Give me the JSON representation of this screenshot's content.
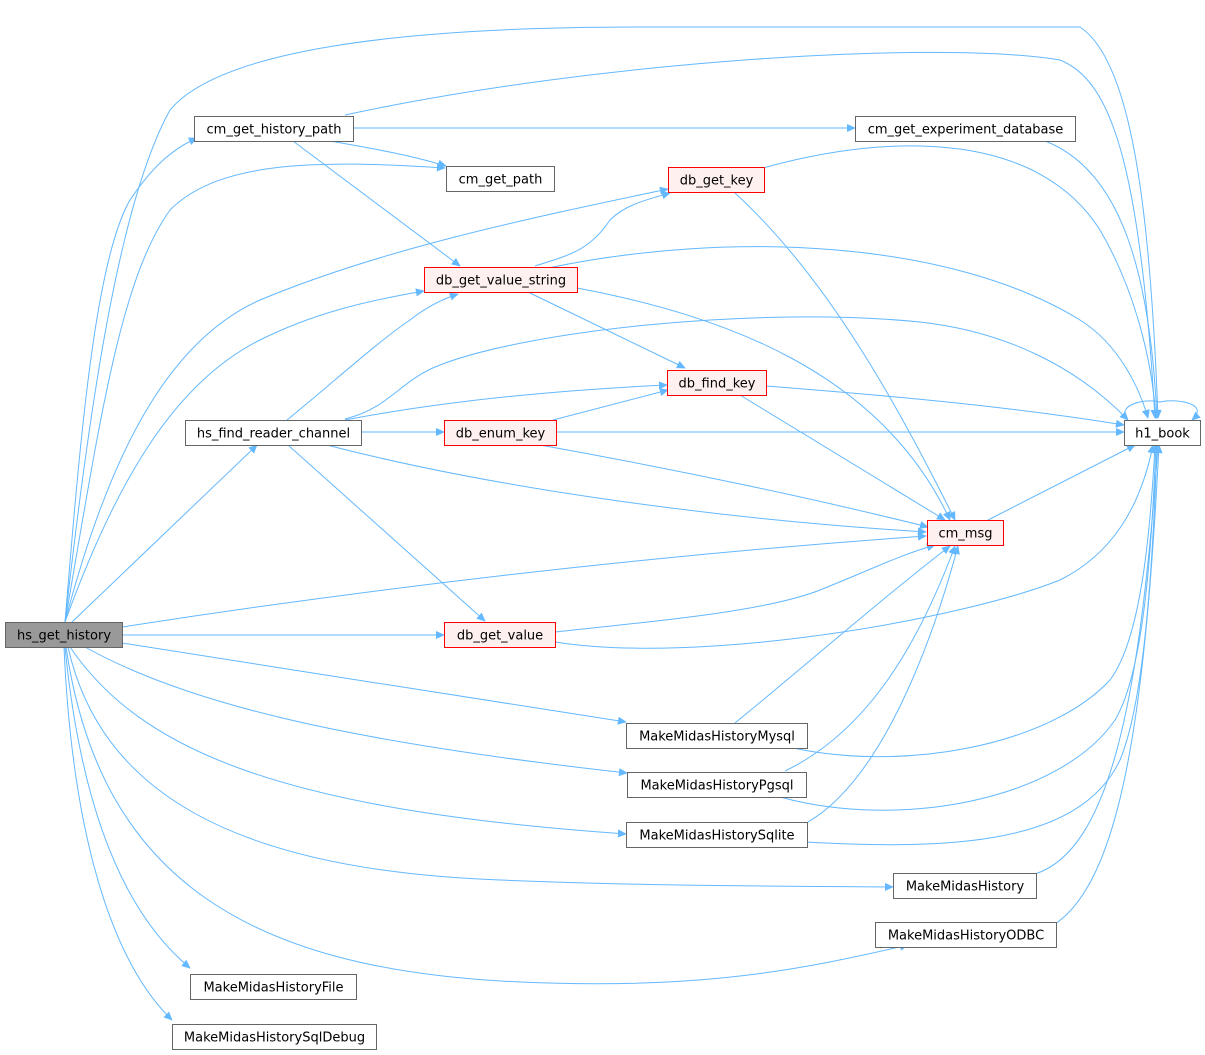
{
  "colors": {
    "edge": "#63b8ff",
    "focus_fill": "#999999",
    "focus_border": "#666666",
    "normal_fill": "#ffffff",
    "normal_border": "#666666",
    "ref_fill": "#fff0f0",
    "ref_border": "#ff0000"
  },
  "nodes": [
    {
      "id": "hs_get_history",
      "label": "hs_get_history",
      "style": "focus"
    },
    {
      "id": "cm_get_history_path",
      "label": "cm_get_history_path",
      "style": "normal"
    },
    {
      "id": "cm_get_experiment_database",
      "label": "cm_get_experiment_database",
      "style": "normal"
    },
    {
      "id": "cm_get_path",
      "label": "cm_get_path",
      "style": "normal"
    },
    {
      "id": "db_get_key",
      "label": "db_get_key",
      "style": "ref"
    },
    {
      "id": "db_get_value_string",
      "label": "db_get_value_string",
      "style": "ref"
    },
    {
      "id": "db_find_key",
      "label": "db_find_key",
      "style": "ref"
    },
    {
      "id": "hs_find_reader_channel",
      "label": "hs_find_reader_channel",
      "style": "normal"
    },
    {
      "id": "db_enum_key",
      "label": "db_enum_key",
      "style": "ref"
    },
    {
      "id": "h1_book",
      "label": "h1_book",
      "style": "normal"
    },
    {
      "id": "cm_msg",
      "label": "cm_msg",
      "style": "ref"
    },
    {
      "id": "db_get_value",
      "label": "db_get_value",
      "style": "ref"
    },
    {
      "id": "MakeMidasHistoryMysql",
      "label": "MakeMidasHistoryMysql",
      "style": "normal"
    },
    {
      "id": "MakeMidasHistoryPgsql",
      "label": "MakeMidasHistoryPgsql",
      "style": "normal"
    },
    {
      "id": "MakeMidasHistorySqlite",
      "label": "MakeMidasHistorySqlite",
      "style": "normal"
    },
    {
      "id": "MakeMidasHistory",
      "label": "MakeMidasHistory",
      "style": "normal"
    },
    {
      "id": "MakeMidasHistoryODBC",
      "label": "MakeMidasHistoryODBC",
      "style": "normal"
    },
    {
      "id": "MakeMidasHistoryFile",
      "label": "MakeMidasHistoryFile",
      "style": "normal"
    },
    {
      "id": "MakeMidasHistorySqlDebug",
      "label": "MakeMidasHistorySqlDebug",
      "style": "normal"
    }
  ],
  "edges": [
    {
      "from": "hs_get_history",
      "to": "cm_get_history_path"
    },
    {
      "from": "hs_get_history",
      "to": "h1_book"
    },
    {
      "from": "hs_get_history",
      "to": "cm_get_path"
    },
    {
      "from": "hs_get_history",
      "to": "db_get_key"
    },
    {
      "from": "hs_get_history",
      "to": "db_get_value_string"
    },
    {
      "from": "hs_get_history",
      "to": "hs_find_reader_channel"
    },
    {
      "from": "hs_get_history",
      "to": "cm_msg"
    },
    {
      "from": "hs_get_history",
      "to": "db_get_value"
    },
    {
      "from": "hs_get_history",
      "to": "MakeMidasHistoryMysql"
    },
    {
      "from": "hs_get_history",
      "to": "MakeMidasHistoryPgsql"
    },
    {
      "from": "hs_get_history",
      "to": "MakeMidasHistorySqlite"
    },
    {
      "from": "hs_get_history",
      "to": "MakeMidasHistory"
    },
    {
      "from": "hs_get_history",
      "to": "MakeMidasHistoryODBC"
    },
    {
      "from": "hs_get_history",
      "to": "MakeMidasHistoryFile"
    },
    {
      "from": "hs_get_history",
      "to": "MakeMidasHistorySqlDebug"
    },
    {
      "from": "cm_get_history_path",
      "to": "cm_get_experiment_database"
    },
    {
      "from": "cm_get_history_path",
      "to": "cm_get_path"
    },
    {
      "from": "cm_get_history_path",
      "to": "db_get_value_string"
    },
    {
      "from": "cm_get_history_path",
      "to": "h1_book"
    },
    {
      "from": "cm_get_experiment_database",
      "to": "h1_book"
    },
    {
      "from": "db_get_key",
      "to": "h1_book"
    },
    {
      "from": "db_get_key",
      "to": "cm_msg"
    },
    {
      "from": "db_get_value_string",
      "to": "db_get_key"
    },
    {
      "from": "db_get_value_string",
      "to": "h1_book"
    },
    {
      "from": "db_get_value_string",
      "to": "db_find_key"
    },
    {
      "from": "db_get_value_string",
      "to": "cm_msg"
    },
    {
      "from": "hs_find_reader_channel",
      "to": "db_get_value_string"
    },
    {
      "from": "hs_find_reader_channel",
      "to": "h1_book"
    },
    {
      "from": "hs_find_reader_channel",
      "to": "db_find_key"
    },
    {
      "from": "hs_find_reader_channel",
      "to": "db_enum_key"
    },
    {
      "from": "hs_find_reader_channel",
      "to": "cm_msg"
    },
    {
      "from": "hs_find_reader_channel",
      "to": "db_get_value"
    },
    {
      "from": "db_find_key",
      "to": "h1_book"
    },
    {
      "from": "db_find_key",
      "to": "cm_msg"
    },
    {
      "from": "db_enum_key",
      "to": "db_find_key"
    },
    {
      "from": "db_enum_key",
      "to": "h1_book"
    },
    {
      "from": "db_enum_key",
      "to": "cm_msg"
    },
    {
      "from": "cm_msg",
      "to": "h1_book"
    },
    {
      "from": "db_get_value",
      "to": "cm_msg"
    },
    {
      "from": "db_get_value",
      "to": "h1_book"
    },
    {
      "from": "MakeMidasHistoryMysql",
      "to": "cm_msg"
    },
    {
      "from": "MakeMidasHistoryMysql",
      "to": "h1_book"
    },
    {
      "from": "MakeMidasHistoryPgsql",
      "to": "cm_msg"
    },
    {
      "from": "MakeMidasHistoryPgsql",
      "to": "h1_book"
    },
    {
      "from": "MakeMidasHistorySqlite",
      "to": "cm_msg"
    },
    {
      "from": "MakeMidasHistorySqlite",
      "to": "h1_book"
    },
    {
      "from": "MakeMidasHistory",
      "to": "h1_book"
    },
    {
      "from": "MakeMidasHistoryODBC",
      "to": "h1_book"
    },
    {
      "from": "h1_book",
      "to": "h1_book"
    }
  ]
}
